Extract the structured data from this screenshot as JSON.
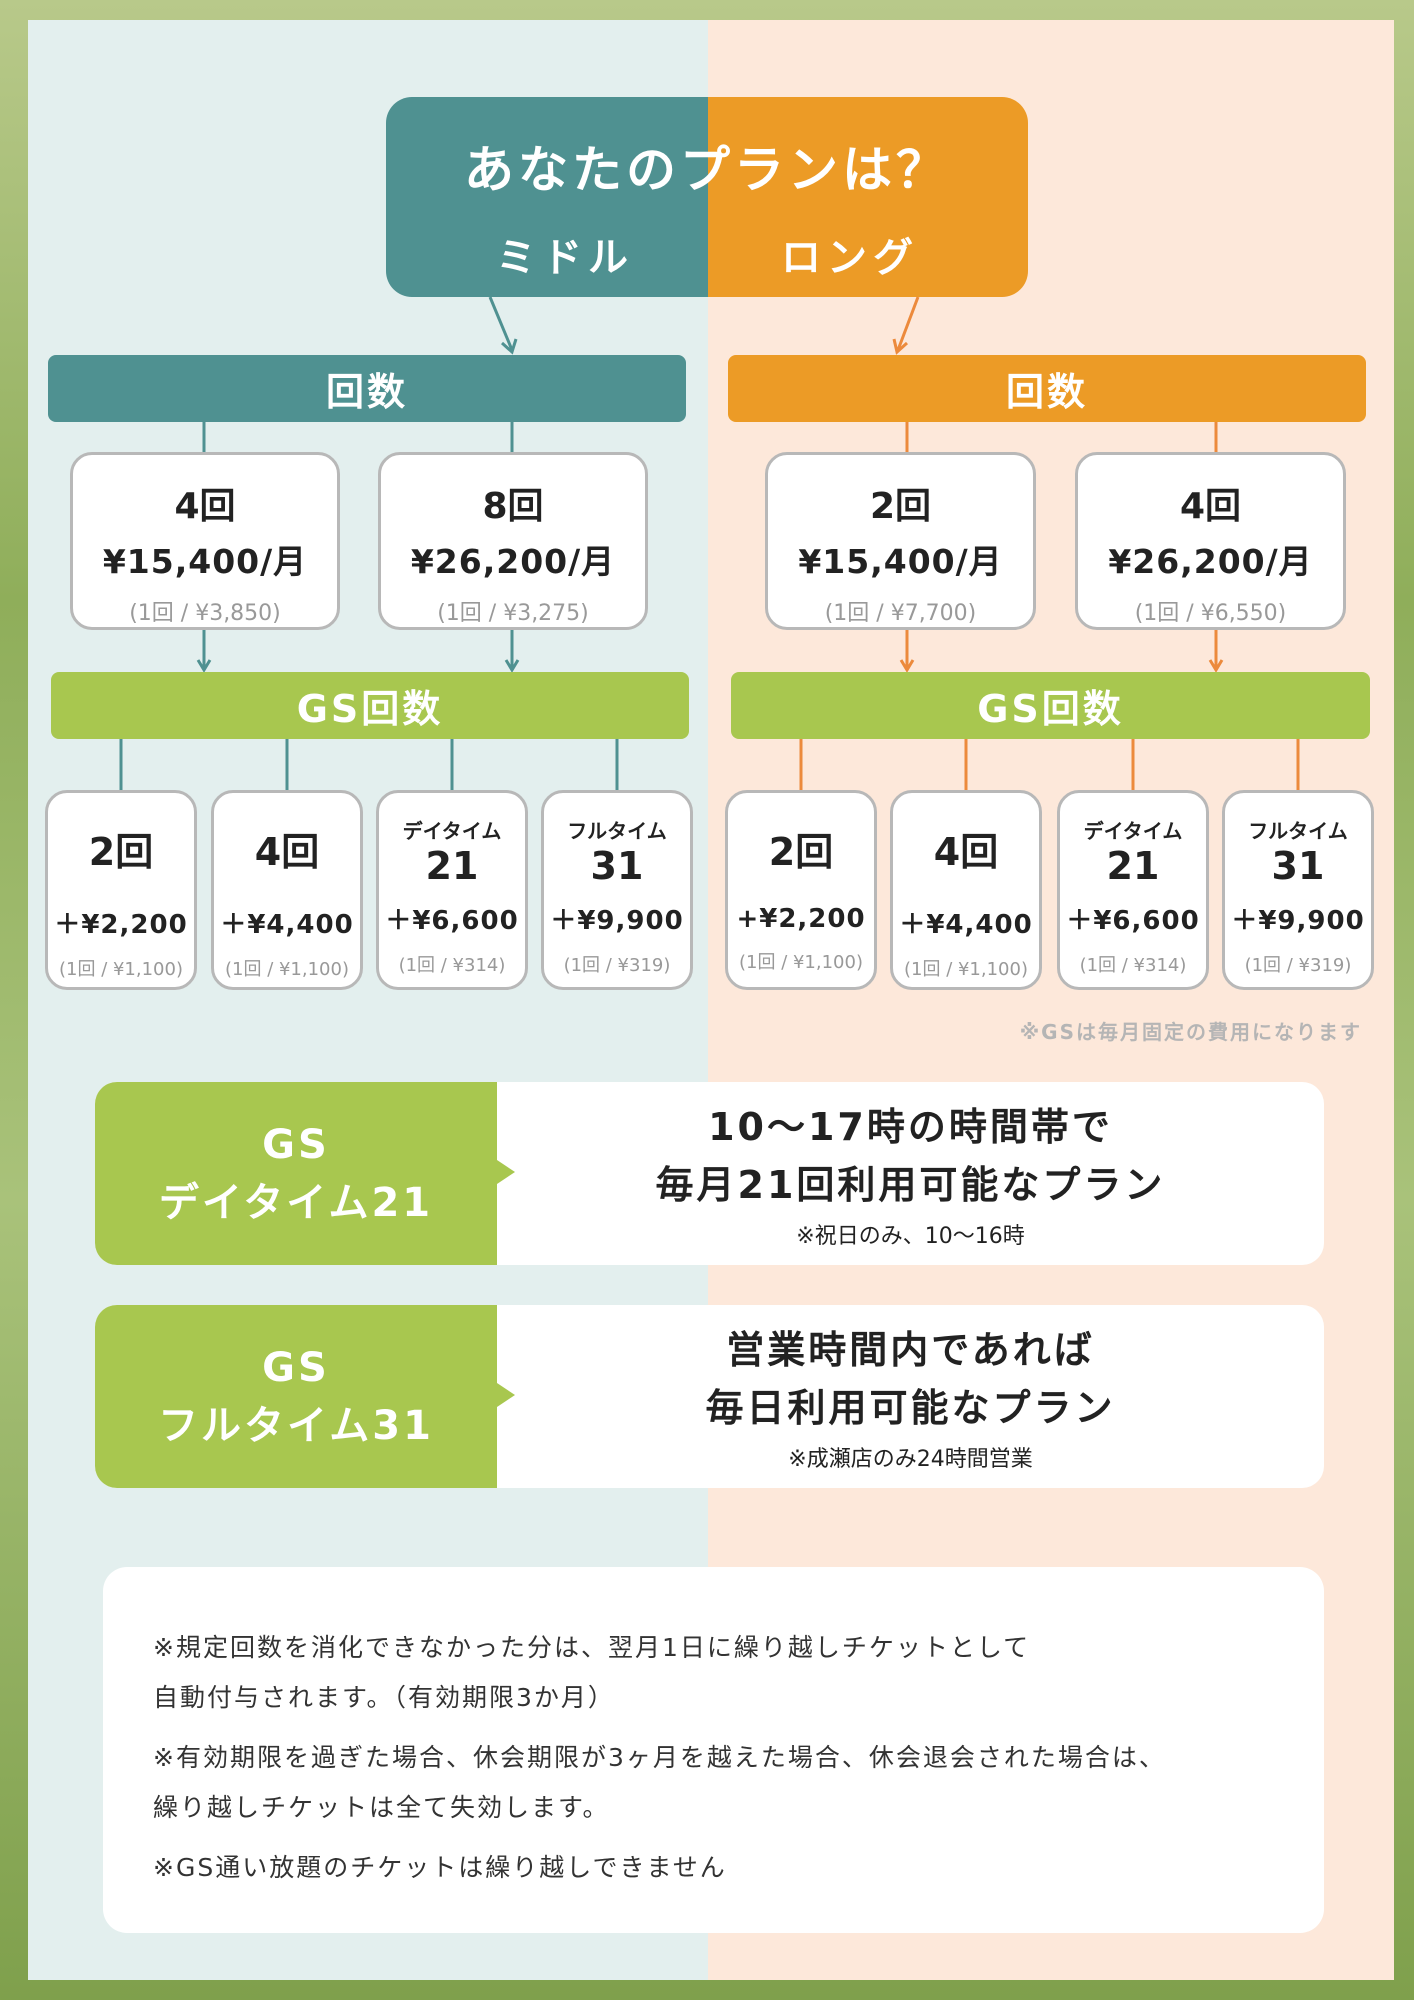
{
  "title": "あなたのプランは？",
  "plans": {
    "middle": "ミドル",
    "long": "ロング"
  },
  "count_label": "回数",
  "gs_label": "GS回数",
  "middle_cards": [
    {
      "count": "4回",
      "price": "¥15,400/月",
      "unit": "(1回 / ¥3,850)"
    },
    {
      "count": "8回",
      "price": "¥26,200/月",
      "unit": "(1回 / ¥3,275)"
    }
  ],
  "long_cards": [
    {
      "count": "2回",
      "price": "¥15,400/月",
      "unit": "(1回 / ¥7,700)"
    },
    {
      "count": "4回",
      "price": "¥26,200/月",
      "unit": "(1回 / ¥6,550)"
    }
  ],
  "gs_middle": [
    {
      "count": "2回",
      "price": "＋¥2,200",
      "unit": "(1回 / ¥1,100)"
    },
    {
      "count": "4回",
      "price": "＋¥4,400",
      "unit": "(1回 / ¥1,100)"
    },
    {
      "kind": "デイタイム",
      "count": "21",
      "price": "＋¥6,600",
      "unit": "(1回 / ¥314)"
    },
    {
      "kind": "フルタイム",
      "count": "31",
      "price": "＋¥9,900",
      "unit": "(1回 / ¥319)"
    }
  ],
  "gs_long": [
    {
      "count": "2回",
      "price": "+¥2,200",
      "unit": "(1回 / ¥1,100)"
    },
    {
      "count": "4回",
      "price": "＋¥4,400",
      "unit": "(1回 / ¥1,100)"
    },
    {
      "kind": "デイタイム",
      "count": "21",
      "price": "＋¥6,600",
      "unit": "(1回 / ¥314)"
    },
    {
      "kind": "フルタイム",
      "count": "31",
      "price": "＋¥9,900",
      "unit": "(1回 / ¥319)"
    }
  ],
  "gs_note": "※GSは毎月固定の費用になります",
  "features": [
    {
      "tag1": "GS",
      "tag2": "デイタイム21",
      "line1": "10〜17時の時間帯で",
      "line2": "毎月21回利用可能なプラン",
      "note": "※祝日のみ、10〜16時"
    },
    {
      "tag1": "GS",
      "tag2": "フルタイム31",
      "line1": "営業時間内であれば",
      "line2": "毎日利用可能なプラン",
      "note": "※成瀬店のみ24時間営業"
    }
  ],
  "notes": [
    "※規定回数を消化できなかった分は、翌月1日に繰り越しチケットとして",
    "自動付与されます。（有効期限3か月）",
    "※有効期限を過ぎた場合、休会期限が3ヶ月を越えた場合、休会退会された場合は、",
    "繰り越しチケットは全て失効します。",
    "※GS通い放題のチケットは繰り越しできません"
  ],
  "colors": {
    "teal": "#4f9191",
    "orange": "#ec9b26",
    "green": "#a8c74f"
  }
}
